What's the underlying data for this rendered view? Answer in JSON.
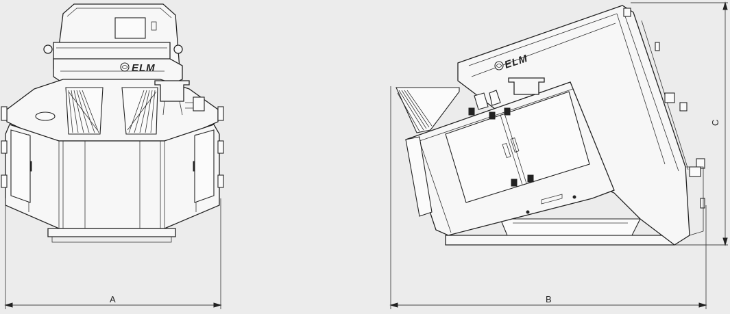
{
  "dimensions": {
    "a": "A",
    "b": "B",
    "c": "C"
  },
  "logo": {
    "text": "ELM",
    "icon": "elm-wave-logo-icon"
  },
  "colors": {
    "background": "#ececec",
    "line": "#222222"
  }
}
